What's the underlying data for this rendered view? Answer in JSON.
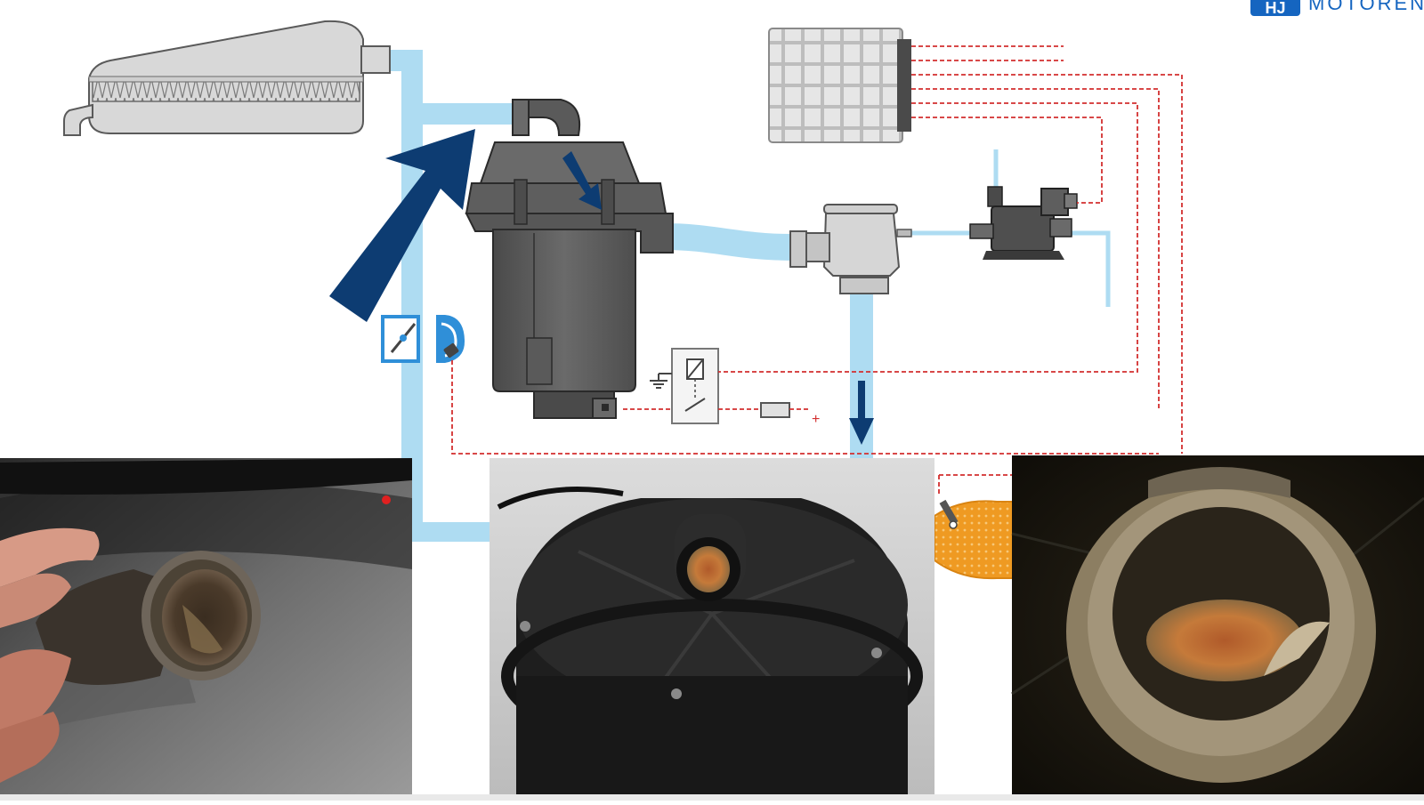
{
  "brand": {
    "logo_mark": "HJ",
    "logo_text": "MOTOREN",
    "color": "#1565c0"
  },
  "diagram": {
    "plus_sign": "+",
    "components": [
      "air-filter-housing",
      "secondary-air-pump",
      "combination-valve",
      "vacuum-solenoid-valve",
      "engine-control-unit",
      "relay",
      "fuse",
      "mass-air-flow-sensor",
      "catalytic-converter"
    ],
    "colors": {
      "air_pipe": "#aedcf2",
      "flow_arrow": "#0d3c72",
      "signal_wire": "#d32f2f",
      "component_dark": "#5a5a5a",
      "component_light": "#d8d8d8",
      "sensor": "#2f8fd8",
      "catalyst": "#ef9a22"
    }
  },
  "photos": [
    {
      "name": "photo-dirty-hose",
      "subject": "dirty-hose-in-hand"
    },
    {
      "name": "photo-air-pump-outlet",
      "subject": "air-pump-with-rust-in-outlet"
    },
    {
      "name": "photo-pipe-interior",
      "subject": "pipe-interior-with-rust-deposits"
    }
  ]
}
